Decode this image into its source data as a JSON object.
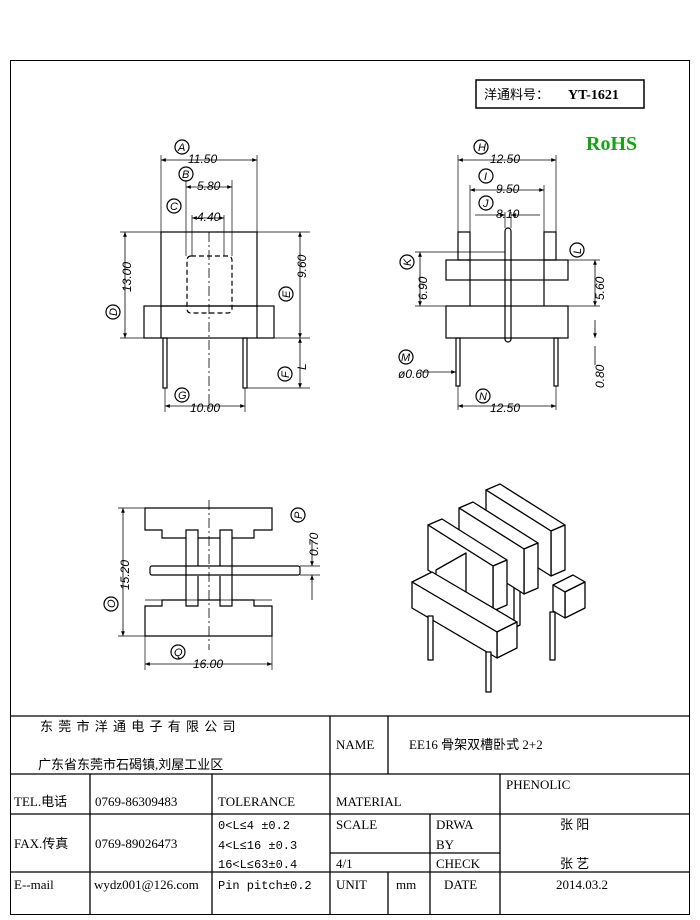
{
  "part_box": {
    "label": "洋通料号：",
    "part_no": "YT-1621"
  },
  "rohs": "RoHS",
  "front_view": {
    "dims": {
      "a": "11.50",
      "b": "5.80",
      "c": "4.40",
      "d": "13.00",
      "e": "9.60",
      "f": "L",
      "g": "10.00"
    },
    "callouts": {
      "a": "A",
      "b": "B",
      "c": "C",
      "d": "D",
      "e": "E",
      "f": "F",
      "g": "G"
    }
  },
  "side_view": {
    "dims": {
      "h": "12.50",
      "i": "9.50",
      "j": "8.10",
      "k": "6.90",
      "l": "5.60",
      "m": "ø0.60",
      "m2": "0.80",
      "n": "12.50"
    },
    "callouts": {
      "h": "H",
      "i": "I",
      "j": "J",
      "k": "K",
      "l": "L",
      "m": "M",
      "n": "N"
    }
  },
  "top_view": {
    "dims": {
      "p": "0.70",
      "o": "15.20",
      "q": "16.00"
    },
    "callouts": {
      "p": "P",
      "o": "O",
      "q": "Q"
    }
  },
  "title_block": {
    "company": "东 莞 市 洋 通 电 子 有 限 公 司",
    "address": "广东省东莞市石碣镇,刘屋工业区",
    "name_label": "NAME",
    "name_value": "EE16 骨架双槽卧式 2+2",
    "tel_label": "TEL.电话",
    "tel_value": "0769-86309483",
    "fax_label": "FAX.传真",
    "fax_value": "0769-89026473",
    "email_label": "E--mail",
    "email_value": "wydz001@126.com",
    "tolerance_label": "TOLERANCE",
    "tolerance_rows": [
      "0<L≤4   ±0.2",
      "4<L≤16  ±0.3",
      "16<L≤63±0.4",
      "Pin pitch±0.2"
    ],
    "material_label": "MATERIAL",
    "material_value": "PHENOLIC",
    "scale_label": "SCALE",
    "scale_value": "4/1",
    "drawn_label_1": "DRWA",
    "drawn_label_2": "BY",
    "drawn_value": "张  阳",
    "check_label": "CHECK",
    "check_value": "张  艺",
    "unit_label": "UNIT",
    "unit_value": "mm",
    "date_label": "DATE",
    "date_value": "2014.03.2"
  },
  "colors": {
    "rohs": "#1aa01a",
    "ink": "#000000"
  }
}
